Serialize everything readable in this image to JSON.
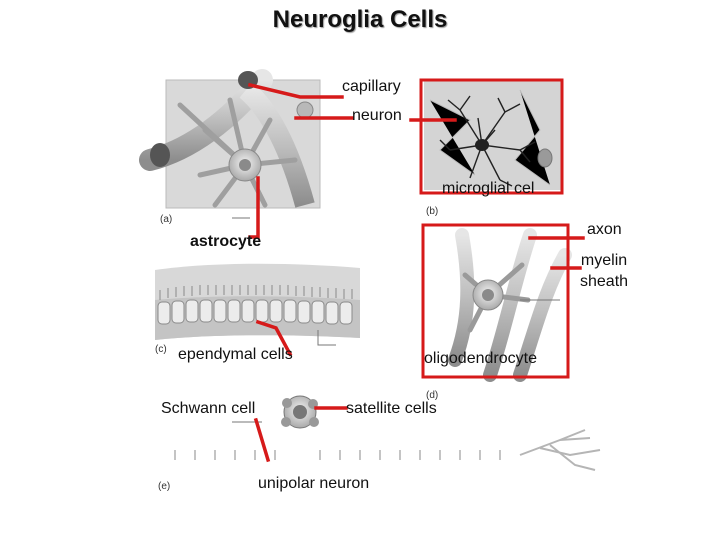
{
  "title": "Neuroglia Cells",
  "labels": {
    "capillary": "capillary",
    "neuron": "neuron",
    "microglial": "microglial cel",
    "axon": "axon",
    "astrocyte": "astrocyte",
    "myelin": "myelin\nsheath",
    "ependymal": "ependymal cells",
    "oligodendrocyte": "oligodendrocyte",
    "schwann": "Schwann cell",
    "satellite": "satellite cells",
    "unipolar": "unipolar neuron"
  },
  "panel_letters": {
    "a": "(a)",
    "b": "(b)",
    "c": "(c)",
    "d": "(d)",
    "e": "(e)"
  },
  "colors": {
    "pointer": "#d61a1a",
    "frame": "#d61a1a",
    "tissue": "#bdbdbd",
    "tissue_dark": "#7a7a7a"
  }
}
